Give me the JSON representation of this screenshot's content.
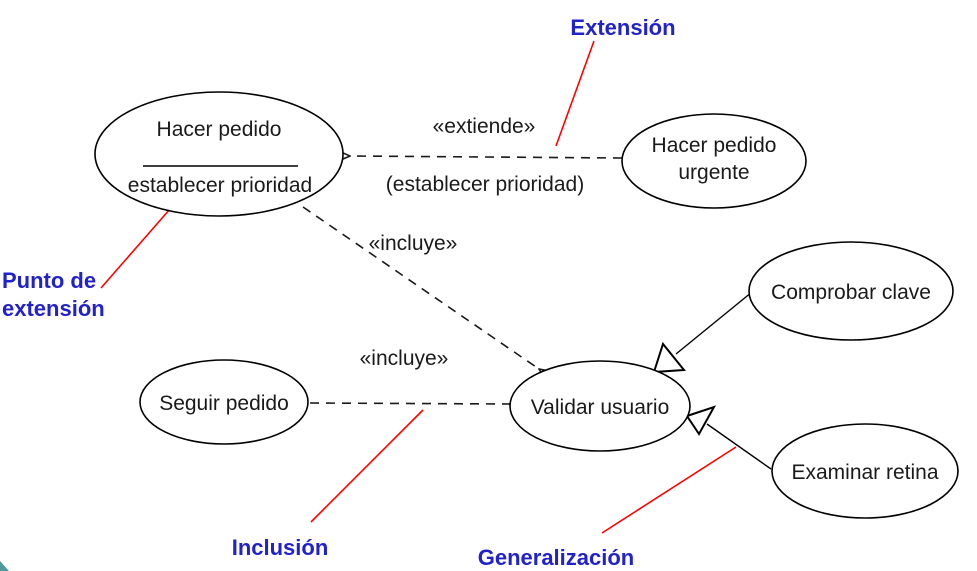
{
  "diagram": {
    "type": "uml-use-case",
    "colors": {
      "annotation_blue": "#2222cc",
      "callout_red": "#ff0000",
      "shape_stroke": "#000000",
      "shape_fill": "#ffffff",
      "corner_accent": "#4f9a9a"
    },
    "use_cases": {
      "hacer_pedido": {
        "title": "Hacer pedido",
        "extension_point": "establecer prioridad"
      },
      "hacer_pedido_urgente": {
        "line1": "Hacer pedido",
        "line2": "urgente"
      },
      "comprobar_clave": {
        "title": "Comprobar clave"
      },
      "validar_usuario": {
        "title": "Validar usuario"
      },
      "seguir_pedido": {
        "title": "Seguir pedido"
      },
      "examinar_retina": {
        "title": "Examinar retina"
      }
    },
    "relationships": {
      "extend": {
        "stereotype": "«extiende»",
        "condition": "(establecer prioridad)"
      },
      "include_hacer_pedido": {
        "stereotype": "«incluye»"
      },
      "include_seguir_pedido": {
        "stereotype": "«incluye»"
      }
    },
    "annotations": {
      "extension": "Extensión",
      "extension_point_line1": "Punto de",
      "extension_point_line2": "extensión",
      "inclusion": "Inclusión",
      "generalization": "Generalización"
    }
  }
}
